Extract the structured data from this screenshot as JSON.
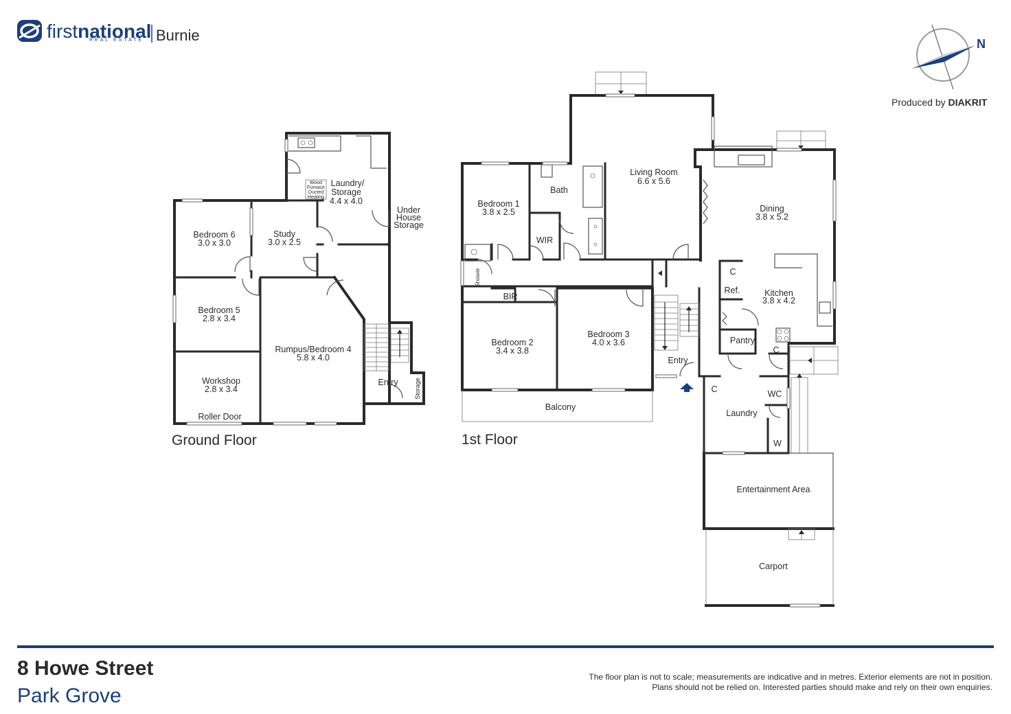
{
  "brand": {
    "name_first": "first",
    "name_second": "national",
    "subtitle": "REAL ESTATE",
    "location": "Burnie"
  },
  "producer": {
    "prefix": "Produced by",
    "name": "DIAKRIT"
  },
  "compass": {
    "label": "N"
  },
  "ground_floor": {
    "title": "Ground Floor",
    "rooms": [
      {
        "name": "Bedroom 6",
        "size": "3.0 x 3.0"
      },
      {
        "name": "Study",
        "size": "3.0 x 2.5"
      },
      {
        "name": "Laundry/",
        "name2": "Storage",
        "size": "4.4 x 4.0"
      },
      {
        "name": "Bedroom 5",
        "size": "2.8 x 3.4"
      },
      {
        "name": "Rumpus/Bedroom 4",
        "size": "5.8 x 4.0"
      },
      {
        "name": "Workshop",
        "size": "2.8 x 3.4"
      }
    ],
    "labels": {
      "under_house_1": "Under",
      "under_house_2": "House",
      "under_house_3": "Storage",
      "roller_door": "Roller Door",
      "entry": "Entry",
      "storage": "Storage",
      "furnace_1": "Wood",
      "furnace_2": "Furnace",
      "furnace_3": "Ducted",
      "furnace_4": "Heating"
    }
  },
  "first_floor": {
    "title": "1st Floor",
    "rooms": [
      {
        "name": "Bedroom 1",
        "size": "3.8 x 2.5"
      },
      {
        "name": "Living Room",
        "size": "6.6 x 5.6"
      },
      {
        "name": "Dining",
        "size": "3.8 x 5.2"
      },
      {
        "name": "Kitchen",
        "size": "3.8 x 4.2"
      },
      {
        "name": "Bedroom 2",
        "size": "3.4 x 3.8"
      },
      {
        "name": "Bedroom 3",
        "size": "4.0 x 3.6"
      }
    ],
    "labels": {
      "bath": "Bath",
      "wir": "WIR",
      "shower": "Shower",
      "bir": "BIR",
      "c1": "C",
      "ref": "Ref.",
      "pantry": "Pantry",
      "c2": "C",
      "c3": "C",
      "wc": "WC",
      "laundry": "Laundry",
      "w": "W",
      "entry": "Entry",
      "balcony": "Balcony",
      "entertainment": "Entertainment Area",
      "carport": "Carport"
    }
  },
  "footer": {
    "street": "8 Howe Street",
    "suburb": "Park Grove",
    "disclaimer_1": "The floor plan is not to scale; measurements are indicative and in metres. Exterior elements are not in position.",
    "disclaimer_2": "Plans should not be relied on. Interested parties should make and rely on their own enquiries."
  },
  "colors": {
    "brand": "#1d3f78",
    "wall": "#2a2a2a",
    "divider": "#1d3f78"
  }
}
